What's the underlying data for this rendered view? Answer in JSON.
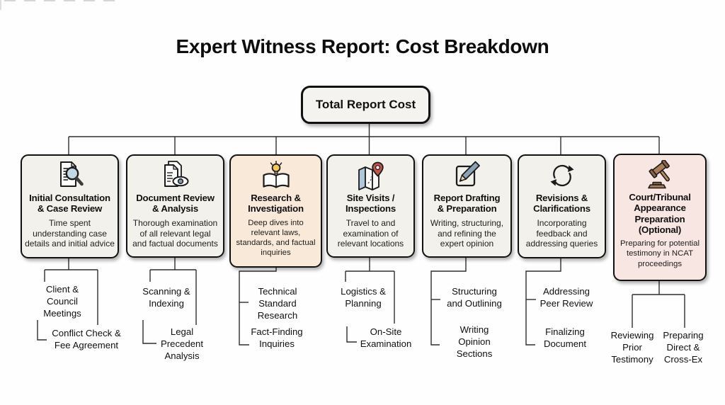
{
  "title": "Expert Witness Report: Cost Breakdown",
  "root": {
    "label": "Total Report Cost"
  },
  "colors": {
    "default_box_bg": "#f2f1ec",
    "research_box_bg": "#f9e9d8",
    "court_box_bg": "#f7e6e2",
    "box_border": "#111111",
    "connector_line": "#2d2d2d",
    "pin_red": "#c2544c",
    "bulb_yellow": "#f5c854",
    "gavel_brown": "#aa7c57",
    "slate_blue": "#8aa2b4"
  },
  "stages": [
    {
      "icon": "document-magnifier-icon",
      "title": "Initial Consultation\n& Case Review",
      "description": "Time spent\nunderstanding case\ndetails and initial advice",
      "children": [
        {
          "label": "Client &\nCouncil\nMeetings"
        },
        {
          "label": "Conflict Check &\nFee Agreement"
        }
      ]
    },
    {
      "icon": "document-eye-icon",
      "title": "Document Review\n& Analysis",
      "description": "Thorough examination\nof all relevant legal\nand factual documents",
      "children": [
        {
          "label": "Scanning &\nIndexing"
        },
        {
          "label": "Legal\nPrecedent\nAnalysis"
        }
      ]
    },
    {
      "icon": "book-lightbulb-icon",
      "title": "Research &\nInvestigation",
      "description": "Deep dives into\nrelevant laws,\nstandards, and factual\ninquiries",
      "children": [
        {
          "label": "Technical\nStandard\nResearch"
        },
        {
          "label": "Fact-Finding\nInquiries"
        }
      ]
    },
    {
      "icon": "map-pin-icon",
      "title": "Site Visits /\nInspections",
      "description": "Travel to and\nexamination of\nrelevant locations",
      "children": [
        {
          "label": "Logistics &\nPlanning"
        },
        {
          "label": "On-Site\nExamination"
        }
      ]
    },
    {
      "icon": "pencil-square-icon",
      "title": "Report Drafting\n& Preparation",
      "description": "Writing, structuring,\nand refining the\nexpert opinion",
      "children": [
        {
          "label": "Structuring\nand Outlining"
        },
        {
          "label": "Writing\nOpinion\nSections"
        }
      ]
    },
    {
      "icon": "refresh-arrows-icon",
      "title": "Revisions &\nClarifications",
      "description": "Incorporating\nfeedback and\naddressing queries",
      "children": [
        {
          "label": "Addressing\nPeer Review"
        },
        {
          "label": "Finalizing\nDocument"
        }
      ]
    },
    {
      "icon": "gavel-icon",
      "title": "Court/Tribunal\nAppearance\nPreparation\n(Optional)",
      "description": "Preparing for potential\ntestimony in NCAT\nproceedings",
      "children": [
        {
          "label": "Reviewing\nPrior\nTestimony"
        },
        {
          "label": "Preparing\nDirect &\nCross-Ex"
        }
      ]
    }
  ]
}
